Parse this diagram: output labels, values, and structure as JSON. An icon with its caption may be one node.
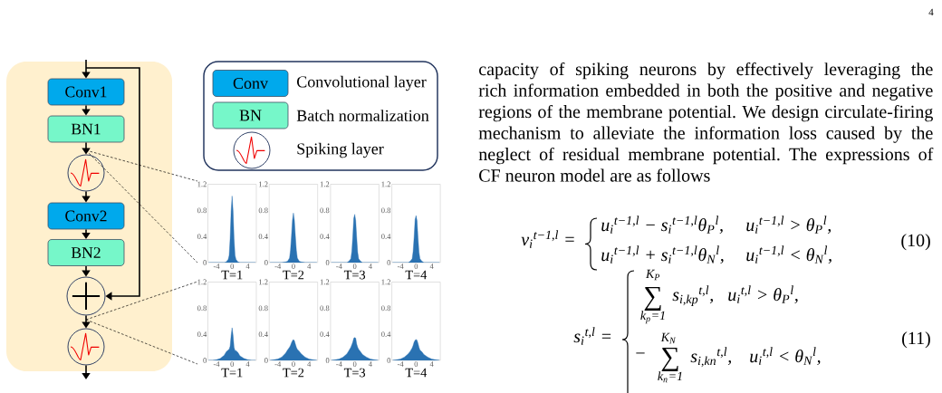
{
  "diagram": {
    "nodes": [
      {
        "text": [],
        "shape": "box"
      },
      {
        "text": [
          "Conv1"
        ],
        "in": 0
      },
      {
        "text": [
          "BN1"
        ],
        "in": 0
      },
      {
        "text": [],
        "shape": "circle",
        "in": 0
      },
      {
        "text": [
          "Conv2"
        ],
        "in": 0
      },
      {
        "text": [
          "BN2"
        ],
        "in": 0
      },
      {
        "text": [],
        "shape": "circle",
        "in": 0
      },
      {
        "text": [],
        "shape": "circle",
        "in": 0
      }
    ],
    "edges": [
      {
        "from": null,
        "to": 1,
        "arrow": "to"
      },
      {
        "from": null,
        "to": 6,
        "arrow": "to"
      },
      {
        "from": 1,
        "to": 2,
        "arrow": "to"
      },
      {
        "from": 2,
        "to": 3,
        "arrow": "to"
      },
      {
        "from": 3,
        "to": 4,
        "arrow": "to"
      },
      {
        "from": 4,
        "to": 5,
        "arrow": "to"
      },
      {
        "from": 5,
        "to": 6,
        "arrow": "to"
      },
      {
        "from": 6,
        "to": 7,
        "arrow": "to"
      },
      {
        "from": 7,
        "to": null,
        "arrow": "to"
      }
    ],
    "labels": [
      "4",
      "Conv",
      "BN",
      "capacity of spiking neurons by effectively leveraging the rich information embedded in both the positive and negative regions of the membrane potential. We design circulate-firing mechanism to alleviate the information loss caused by the neglect of residual membrane potential. The expressions of CF neuron model are as follows",
      "v$_{i}$$^{t−1,l}$ =",
      "u$_{i}$$^{t−1,l}$ − s$_{i}$$^{t−1,l}$θ$_{P}$$^{l}$,",
      "u$_{i}$$^{t−1,l}$ > θ$_{P}$$^{l}$,",
      "(10)",
      "u$_{i}$$^{t−1,l}$ + s$_{i}$$^{t−1,l}$θ$_{N}$$^{l}$,",
      "u$_{i}$$^{t−1,l}$ < θ$_{N}$$^{l}$,",
      "K$_{P}$",
      "∑",
      "s$_{i,kp}$$^{t,l}$,",
      "u$_{i}$$^{t,l}$ > θ$_{P}$$^{l}$,",
      "k$_{p}$=1",
      "s$_{i}$$^{t,l}$ =",
      "K$_{N}$",
      "(11)",
      "−",
      "∑",
      "s$_{i,kn}$$^{t,l}$,",
      "u$_{i}$$^{t,l}$ < θ$_{N}$$^{l}$,",
      "k$_{n}$=1"
    ],
    "legend": [
      {
        "text": "Convolutional layer",
        "color": "#00a9ec"
      },
      {
        "text": "Batch normalization",
        "color": "#76f7c9"
      },
      {
        "text": "Spiking layer"
      }
    ],
    "chart_data": [
      {
        "type": "area",
        "xlabel": "T=1",
        "x": [
          -6,
          -5,
          -4,
          -3,
          -2,
          -1.5,
          -1,
          -0.75,
          -0.5,
          -0.25,
          0,
          0.25,
          0.5,
          0.75,
          1,
          1.5,
          2,
          3,
          4,
          5,
          6
        ],
        "series": [
          {
            "color": "#2a72b2",
            "values": [
              0,
              0,
              0,
              0,
              0,
              0.01,
              0.05,
              0.11,
              0.37,
              0.79,
              1.02,
              0.79,
              0.37,
              0.11,
              0.05,
              0.01,
              0,
              0,
              0,
              0,
              0
            ]
          }
        ],
        "xlim": [
          -6.2,
          6.2
        ],
        "ylim": [
          0,
          1.2
        ],
        "xticks": [
          -4,
          0,
          4
        ],
        "yticks": [
          0,
          0.4,
          0.8,
          1.2
        ]
      },
      {
        "type": "area",
        "xlabel": "T=2",
        "x": [
          -6,
          -5,
          -4,
          -3,
          -2,
          -1.5,
          -1,
          -0.75,
          -0.5,
          -0.25,
          0,
          0.25,
          0.5,
          0.75,
          1,
          1.5,
          2,
          3,
          4,
          5,
          6
        ],
        "series": [
          {
            "color": "#2a72b2",
            "values": [
              0,
              0,
              0,
              0,
              0.01,
              0.02,
              0.07,
              0.19,
              0.41,
              0.65,
              0.76,
              0.65,
              0.41,
              0.19,
              0.07,
              0.02,
              0.01,
              0,
              0,
              0,
              0
            ]
          }
        ],
        "xlim": [
          -6.2,
          6.2
        ],
        "ylim": [
          0,
          1.2
        ],
        "xticks": [
          -4,
          0,
          4
        ],
        "yticks": [
          0,
          0.4,
          0.8,
          1.2
        ]
      },
      {
        "type": "area",
        "xlabel": "T=3",
        "x": [
          -6,
          -5,
          -4,
          -3,
          -2,
          -1.5,
          -1,
          -0.75,
          -0.5,
          -0.25,
          0,
          0.25,
          0.5,
          0.75,
          1,
          1.5,
          2,
          3,
          4,
          5,
          6
        ],
        "series": [
          {
            "color": "#2a72b2",
            "values": [
              0,
              0,
              0,
              0,
              0,
              0.02,
              0.06,
              0.17,
              0.4,
              0.68,
              0.74,
              0.64,
              0.38,
              0.16,
              0.06,
              0.02,
              0,
              0,
              0,
              0,
              0
            ]
          }
        ],
        "xlim": [
          -6.2,
          6.2
        ],
        "ylim": [
          0,
          1.2
        ],
        "xticks": [
          -4,
          0,
          4
        ],
        "yticks": [
          0,
          0.4,
          0.8,
          1.2
        ]
      },
      {
        "type": "area",
        "xlabel": "T=4",
        "x": [
          -6,
          -5,
          -4,
          -3,
          -2,
          -1.5,
          -1,
          -0.75,
          -0.5,
          -0.25,
          0,
          0.25,
          0.5,
          0.75,
          1,
          1.5,
          2,
          3,
          4,
          5,
          6
        ],
        "series": [
          {
            "color": "#2a72b2",
            "values": [
              0,
              0,
              0,
              0,
              0,
              0.02,
              0.06,
              0.17,
              0.39,
              0.66,
              0.72,
              0.64,
              0.38,
              0.16,
              0.06,
              0.02,
              0,
              0,
              0,
              0,
              0
            ]
          }
        ],
        "xlim": [
          -6.2,
          6.2
        ],
        "ylim": [
          0,
          1.2
        ],
        "xticks": [
          -4,
          0,
          4
        ],
        "yticks": [
          0,
          0.4,
          0.8,
          1.2
        ]
      },
      {
        "type": "area",
        "xlabel": "T=1",
        "x": [
          -6,
          -5,
          -4,
          -3,
          -2,
          -1.5,
          -1,
          -0.75,
          -0.5,
          -0.25,
          0,
          0.25,
          0.5,
          0.75,
          1,
          1.5,
          2,
          3,
          4,
          5,
          6
        ],
        "series": [
          {
            "color": "#2a72b2",
            "values": [
              0,
              0,
              0.01,
              0.03,
              0.08,
              0.13,
              0.16,
              0.17,
              0.22,
              0.38,
              0.5,
              0.38,
              0.2,
              0.15,
              0.15,
              0.12,
              0.07,
              0.03,
              0.01,
              0,
              0
            ]
          }
        ],
        "xlim": [
          -6.2,
          6.2
        ],
        "ylim": [
          0,
          1.2
        ],
        "xticks": [
          -4,
          0,
          4
        ],
        "yticks": [
          0,
          0.4,
          0.8,
          1.2
        ]
      },
      {
        "type": "area",
        "xlabel": "T=2",
        "x": [
          -6,
          -5,
          -4,
          -3,
          -2,
          -1.5,
          -1,
          -0.75,
          -0.5,
          -0.25,
          0,
          0.25,
          0.5,
          0.75,
          1,
          1.5,
          2,
          3,
          4,
          5,
          6
        ],
        "series": [
          {
            "color": "#2a72b2",
            "values": [
              0,
              0.01,
              0.02,
              0.05,
              0.11,
              0.16,
              0.2,
              0.23,
              0.27,
              0.3,
              0.32,
              0.3,
              0.25,
              0.2,
              0.17,
              0.14,
              0.1,
              0.05,
              0.02,
              0.01,
              0
            ]
          }
        ],
        "xlim": [
          -6.2,
          6.2
        ],
        "ylim": [
          0,
          1.2
        ],
        "xticks": [
          -4,
          0,
          4
        ],
        "yticks": [
          0,
          0.4,
          0.8,
          1.2
        ]
      },
      {
        "type": "area",
        "xlabel": "T=3",
        "x": [
          -6,
          -5,
          -4,
          -3,
          -2,
          -1.5,
          -1,
          -0.75,
          -0.5,
          -0.25,
          0,
          0.25,
          0.5,
          0.75,
          1,
          1.5,
          2,
          3,
          4,
          5,
          6
        ],
        "series": [
          {
            "color": "#2a72b2",
            "values": [
              0,
              0.01,
              0.02,
              0.05,
              0.1,
              0.15,
              0.2,
              0.24,
              0.28,
              0.34,
              0.35,
              0.34,
              0.25,
              0.2,
              0.17,
              0.13,
              0.09,
              0.05,
              0.02,
              0.01,
              0
            ]
          }
        ],
        "xlim": [
          -6.2,
          6.2
        ],
        "ylim": [
          0,
          1.2
        ],
        "xticks": [
          -4,
          0,
          4
        ],
        "yticks": [
          0,
          0.4,
          0.8,
          1.2
        ]
      },
      {
        "type": "area",
        "xlabel": "T=4",
        "x": [
          -6,
          -5,
          -4,
          -3,
          -2,
          -1.5,
          -1,
          -0.75,
          -0.5,
          -0.25,
          0,
          0.25,
          0.5,
          0.75,
          1,
          1.5,
          2,
          3,
          4,
          5,
          6
        ],
        "series": [
          {
            "color": "#2a72b2",
            "values": [
              0,
              0.01,
              0.02,
              0.05,
              0.1,
              0.14,
              0.19,
              0.23,
              0.28,
              0.31,
              0.32,
              0.31,
              0.26,
              0.2,
              0.16,
              0.13,
              0.09,
              0.05,
              0.02,
              0.01,
              0
            ]
          }
        ],
        "xlim": [
          -6.2,
          6.2
        ],
        "ylim": [
          0,
          1.2
        ],
        "xticks": [
          -4,
          0,
          4
        ],
        "yticks": [
          0,
          0.4,
          0.8,
          1.2
        ]
      }
    ]
  }
}
